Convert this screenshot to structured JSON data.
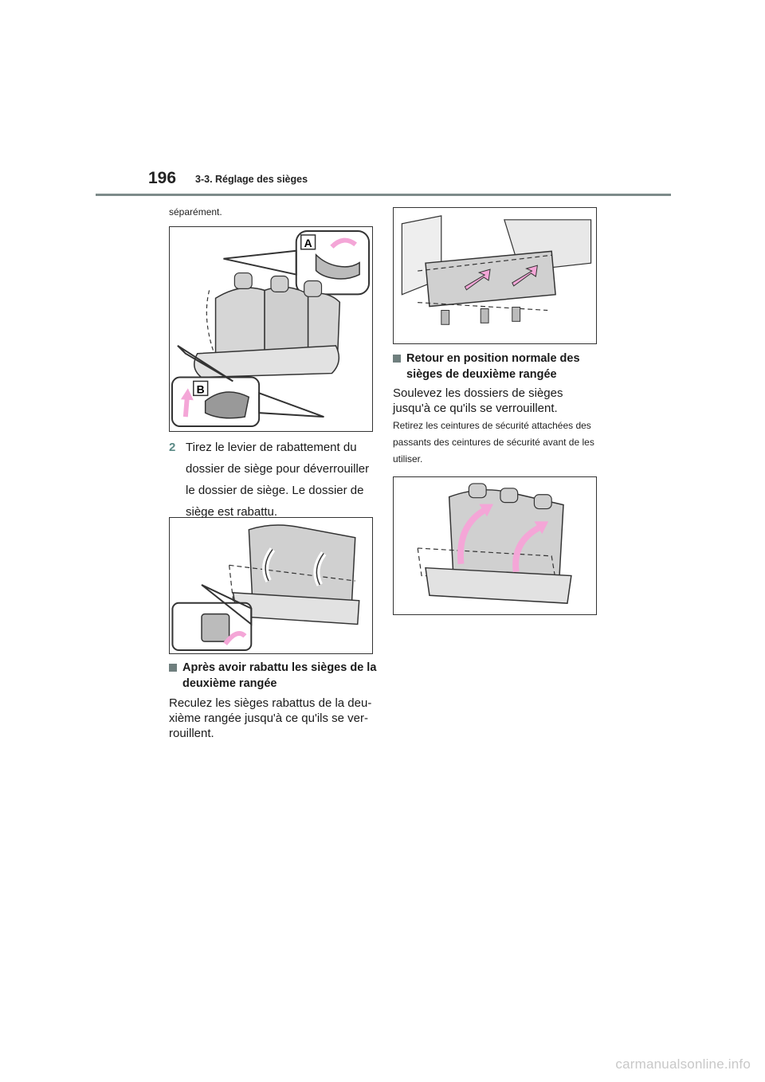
{
  "header": {
    "page_number": "196",
    "section": "3-3. Réglage des sièges"
  },
  "left": {
    "intro": "séparément.",
    "fig1_labels": {
      "a": "A",
      "b": "B"
    },
    "step2_number": "2",
    "step2_text": "Tirez le levier de rabattement du dossier de siège pour déverrouiller le dossier de siège. Le dossier de siège est rabattu.",
    "heading": "Après avoir rabattu les sièges de la deuxième rangée",
    "paragraph": "Reculez les sièges rabattus de la deu-xième rangée jusqu'à ce qu'ils se ver-rouillent."
  },
  "right": {
    "heading": "Retour en position normale des sièges de deuxième rangée",
    "paragraph": "Soulevez les dossiers de sièges jusqu'à ce qu'ils se verrouillent.",
    "note": "Retirez les ceintures de sécurité attachées des passants des ceintures de sécurité avant de les utiliser."
  },
  "colors": {
    "accent": "#5b8a86",
    "rule": "#7d8b8a",
    "arrow": "#f4a6d7"
  },
  "footer": {
    "watermark": "carmanualsonline.info"
  }
}
